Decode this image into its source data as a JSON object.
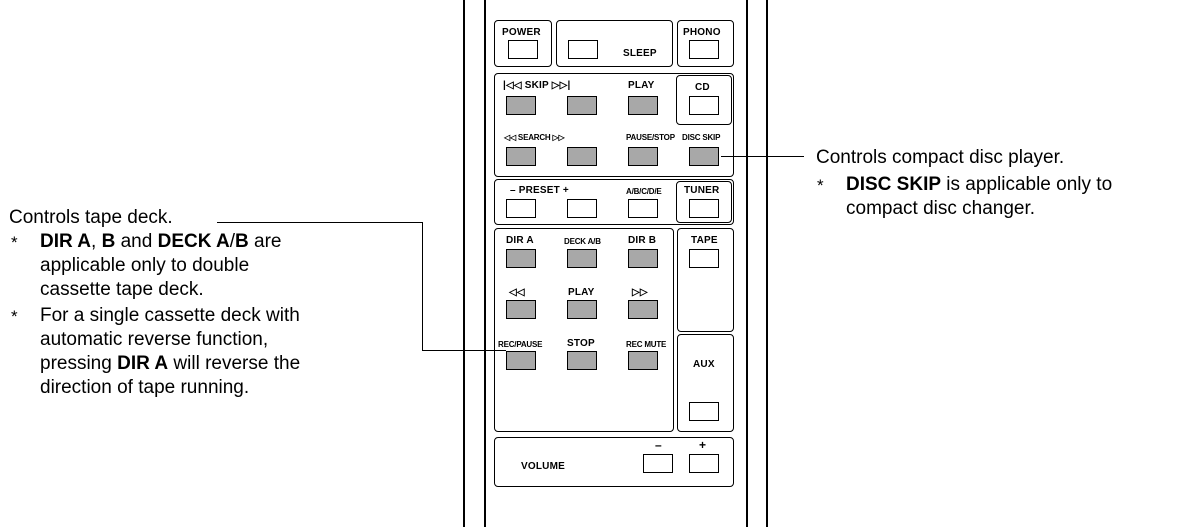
{
  "remote": {
    "power": "POWER",
    "sleep": "SLEEP",
    "phono": "PHONO",
    "skip": "|◁◁ SKIP ▷▷|",
    "play": "PLAY",
    "cd": "CD",
    "search": "◁◁ SEARCH ▷▷",
    "pause_stop": "PAUSE/STOP",
    "disc_skip": "DISC SKIP",
    "preset": "–  PRESET  +",
    "abcde": "A/B/C/D/E",
    "tuner": "TUNER",
    "dir_a": "DIR A",
    "deck_ab": "DECK A/B",
    "dir_b": "DIR B",
    "tape": "TAPE",
    "rew": "◁◁",
    "tape_play": "PLAY",
    "ff": "▷▷",
    "rec_pause": "REC/PAUSE",
    "stop": "STOP",
    "rec_mute": "REC MUTE",
    "aux": "AUX",
    "volume": "VOLUME",
    "vol_minus": "–",
    "vol_plus": "+"
  },
  "left_note": {
    "title": "Controls tape deck.",
    "bullet1_line1_b1": "DIR A",
    "bullet1_line1_t1": ", ",
    "bullet1_line1_b2": "B",
    "bullet1_line1_t2": " and ",
    "bullet1_line1_b3": "DECK A",
    "bullet1_line1_t3": "/",
    "bullet1_line1_b4": "B",
    "bullet1_line1_t4": " are",
    "bullet1_line2": "applicable only to double",
    "bullet1_line3": "cassette tape deck.",
    "bullet2_line1": "For a single cassette deck with",
    "bullet2_line2": "automatic reverse function,",
    "bullet2_line3_t1": "pressing ",
    "bullet2_line3_b": "DIR A",
    "bullet2_line3_t2": " will reverse the",
    "bullet2_line4": "direction of tape running.",
    "star": "*"
  },
  "right_note": {
    "title": "Controls compact disc player.",
    "bullet_b": "DISC SKIP",
    "bullet_t": " is applicable only to",
    "bullet_line2": "compact disc changer.",
    "star": "*"
  }
}
